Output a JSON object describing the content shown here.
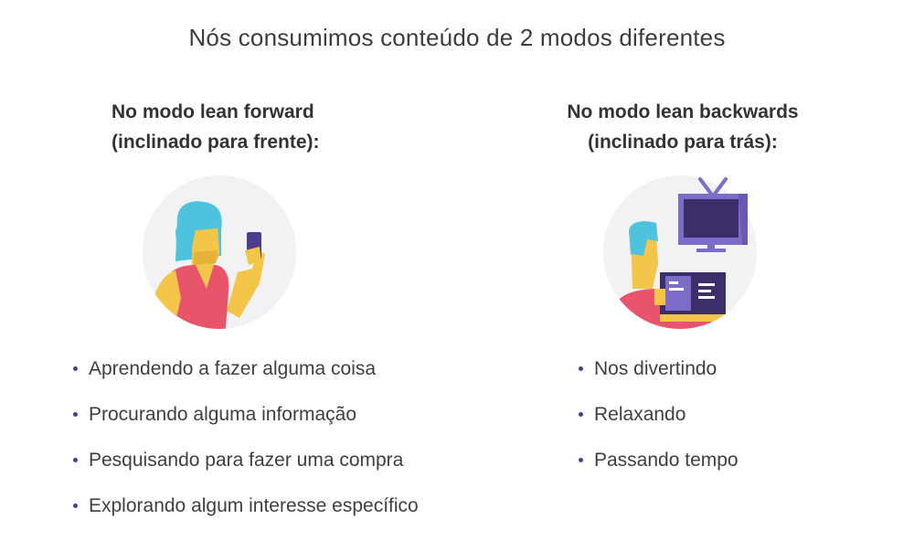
{
  "title": "Nós consumimos conteúdo de 2 modos diferentes",
  "left": {
    "heading_line1": "No modo lean forward",
    "heading_line2": "(inclinado para frente):",
    "illustration_icon": "woman-with-phone-icon",
    "items": [
      "Aprendendo a fazer alguma coisa",
      "Procurando alguma informação",
      "Pesquisando para fazer uma compra",
      "Explorando algum interesse específico"
    ]
  },
  "right": {
    "heading_line1": "No modo lean backwards",
    "heading_line2": "(inclinado para trás):",
    "illustration_icon": "person-watching-tv-icon",
    "items": [
      "Nos divertindo",
      "Relaxando",
      "Passando tempo"
    ]
  },
  "colors": {
    "bullet": "#4a3f8c",
    "circle_bg": "#f1f2f4",
    "hair": "#4fc3dd",
    "skin": "#f3c64a",
    "shirt": "#e8546a",
    "purple": "#7d6cc8",
    "dark_purple": "#3b2e6a"
  }
}
